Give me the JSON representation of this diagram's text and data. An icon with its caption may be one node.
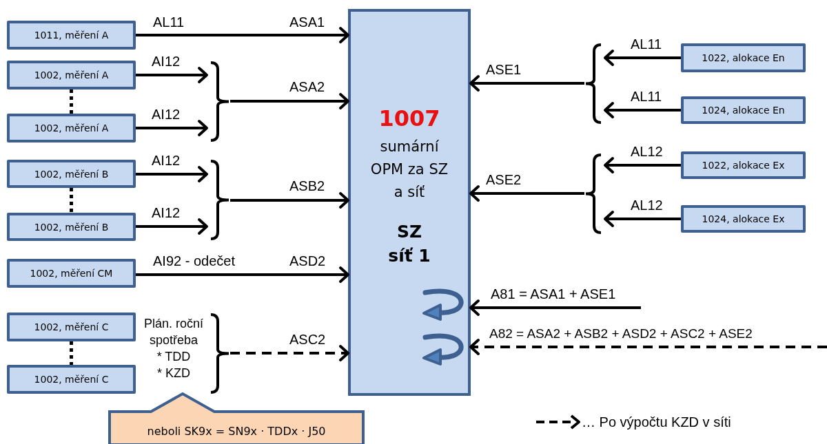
{
  "diagram": {
    "nodes": [
      {
        "text": [
          "1011, měření A"
        ]
      },
      {
        "text": [
          "1002, měření A"
        ]
      },
      {
        "text": [
          "1002, měření A"
        ]
      },
      {
        "text": [
          "1002, měření B"
        ]
      },
      {
        "text": [
          "1002, měření B"
        ]
      },
      {
        "text": [
          "1002, měření CM"
        ]
      },
      {
        "text": [
          "1002, měření C"
        ]
      },
      {
        "text": [
          "1002, měření C"
        ]
      },
      {
        "text": [
          "1007",
          "sumární OPM za SZ a síť",
          "SZ",
          "síť 1"
        ]
      },
      {
        "text": [
          "1022, alokace En"
        ]
      },
      {
        "text": [
          "1024, alokace En"
        ]
      },
      {
        "text": [
          "1022, alokace Ex"
        ]
      },
      {
        "text": [
          "1024, alokace Ex"
        ]
      },
      {
        "text": [],
        "shape": "bracket"
      },
      {
        "text": [],
        "shape": "bracket"
      },
      {
        "text": [],
        "shape": "bracket",
        "beside": [
          "Plán. roční spotřeba",
          "* TDD",
          "* KZD"
        ]
      },
      {
        "text": [],
        "shape": "bracket"
      },
      {
        "text": [],
        "shape": "bracket"
      },
      {
        "text": [
          "neboli SK9x = SN9x · TDDx · J50"
        ]
      }
    ],
    "edges": [
      {
        "from": 0,
        "to": 8,
        "arrow": "to",
        "label": "AL11"
      },
      {
        "from": 1,
        "to": 13,
        "arrow": "to",
        "label": "AI12"
      },
      {
        "from": 2,
        "to": 13,
        "arrow": "to",
        "label": "AI12"
      },
      {
        "from": 13,
        "to": 8,
        "arrow": "to",
        "label": "ASA2"
      },
      {
        "from": 3,
        "to": 14,
        "arrow": "to",
        "label": "AI12"
      },
      {
        "from": 4,
        "to": 14,
        "arrow": "to",
        "label": "AI12"
      },
      {
        "from": 14,
        "to": 8,
        "arrow": "to",
        "label": "ASB2"
      },
      {
        "from": 5,
        "to": 8,
        "arrow": "to",
        "label": "AI92 - odečet"
      },
      {
        "from": 15,
        "to": 8,
        "arrow": "to",
        "label": "ASC2",
        "style": "dashed"
      },
      {
        "from": 9,
        "to": 16,
        "arrow": "to",
        "label": "AL11"
      },
      {
        "from": 10,
        "to": 16,
        "arrow": "to",
        "label": "AL11"
      },
      {
        "from": 16,
        "to": 8,
        "arrow": "to",
        "label": "ASE1"
      },
      {
        "from": 11,
        "to": 17,
        "arrow": "to",
        "label": "AL12"
      },
      {
        "from": 12,
        "to": 17,
        "arrow": "to",
        "label": "AL12"
      },
      {
        "from": 17,
        "to": 8,
        "arrow": "to",
        "label": "ASE2"
      },
      {
        "from": null,
        "to": 8,
        "arrow": "to",
        "label": "A81 = ASA1 + ASE1"
      },
      {
        "from": null,
        "to": 8,
        "arrow": "to",
        "label": "A82 = ASA2 + ASB2 + ASD2 + ASC2 + ASE2",
        "style": "dashed"
      },
      {
        "from": 1,
        "to": 2,
        "arrow": "none",
        "style": "dashed"
      },
      {
        "from": 3,
        "to": 4,
        "arrow": "none",
        "style": "dashed"
      },
      {
        "from": 6,
        "to": 7,
        "arrow": "none",
        "style": "dashed"
      }
    ],
    "labels": [
      "ASA1",
      "ASD2"
    ],
    "legend": [
      {
        "text": "… Po výpočtu KZD v síti"
      }
    ]
  }
}
